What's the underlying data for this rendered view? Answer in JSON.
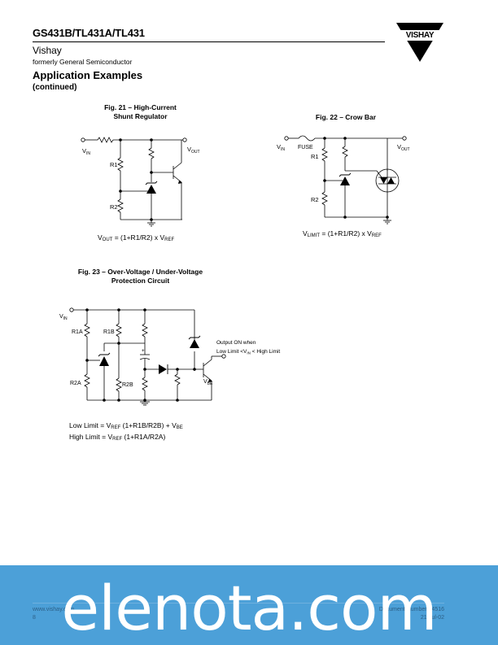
{
  "header": {
    "title": "GS431B/TL431A/TL431",
    "company": "Vishay",
    "formerly": "formerly General Semiconductor",
    "logo_text": "VISHAY"
  },
  "section": {
    "title": "Application Examples",
    "continued": "(continued)"
  },
  "fig21": {
    "title_line1": "Fig. 21 – High-Current",
    "title_line2": "Shunt Regulator",
    "label_vin": "V",
    "label_vin_sub": "IN",
    "label_vout": "V",
    "label_vout_sub": "OUT",
    "label_r1": "R1",
    "label_r2": "R2",
    "formula_a": "V",
    "formula_a_sub": "OUT",
    "formula_b": " = (1+R1/R2) x V",
    "formula_b_sub": "REF"
  },
  "fig22": {
    "title": "Fig. 22 – Crow Bar",
    "label_vin": "V",
    "label_vin_sub": "IN",
    "label_fuse": "FUSE",
    "label_vout": "V",
    "label_vout_sub": "OUT",
    "label_r1": "R1",
    "label_r2": "R2",
    "formula_a": "V",
    "formula_a_sub": "LIMIT",
    "formula_b": " = (1+R1/R2) x V",
    "formula_b_sub": "REF"
  },
  "fig23": {
    "title_line1": "Fig. 23 – Over-Voltage / Under-Voltage",
    "title_line2": "Protection Circuit",
    "label_vin": "V",
    "label_vin_sub": "IN",
    "label_r1a": "R1A",
    "label_r1b": "R1B",
    "label_r2a": "R2A",
    "label_r2b": "R2B",
    "label_vbe": "V",
    "label_vbe_sub": "BE",
    "output_line1": "Output ON when",
    "output_line2a": "Low Limit <V",
    "output_line2_sub": "IN",
    "output_line2b": " < High Limit",
    "low_limit_a": "Low Limit = V",
    "low_limit_sub1": "REF",
    "low_limit_b": " (1+R1B/R2B) + V",
    "low_limit_sub2": "BE",
    "high_limit_a": "High Limit = V",
    "high_limit_sub1": "REF",
    "high_limit_b": " (1+R1A/R2A)"
  },
  "footer": {
    "left_line1": "www.vishay.com",
    "left_line2": "8",
    "right_line1": "Document Number 74516",
    "right_line2": "21-Jul-02",
    "watermark": "elenota.com"
  },
  "colors": {
    "footer_band": "#4ca0d8",
    "footer_text": "#2c5f86"
  }
}
